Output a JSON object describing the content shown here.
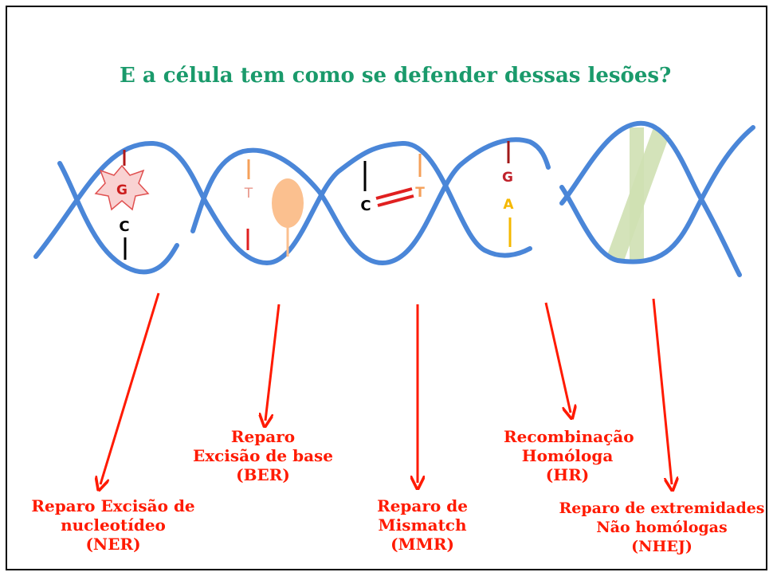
{
  "title": "E a célula tem como se defender dessas lesões?",
  "colors": {
    "title": "#1a9a6b",
    "helix": "#4a86d8",
    "arrow": "#ff1a00",
    "label": "#ff1a00",
    "lesion_star": "#f9d2d2",
    "ber_glyph": "#fbc08f",
    "hr_bands": "#cfe0b3"
  },
  "bases": {
    "ner_g": "G",
    "ner_c": "C",
    "ber_t": "T",
    "mmr_c": "C",
    "mmr_t": "T",
    "hr_g": "G",
    "hr_a": "A"
  },
  "labels": {
    "ner": [
      "Reparo Excisão de",
      "nucleotídeo",
      "(NER)"
    ],
    "ber": [
      "Reparo",
      "Excisão de base",
      "(BER)"
    ],
    "mmr": [
      "Reparo de",
      "Mismatch",
      "(MMR)"
    ],
    "hr": [
      "Recombinação",
      "Homóloga",
      "(HR)"
    ],
    "nhej": [
      "Reparo de extremidades",
      "Não homólogas",
      "(NHEJ)"
    ]
  }
}
